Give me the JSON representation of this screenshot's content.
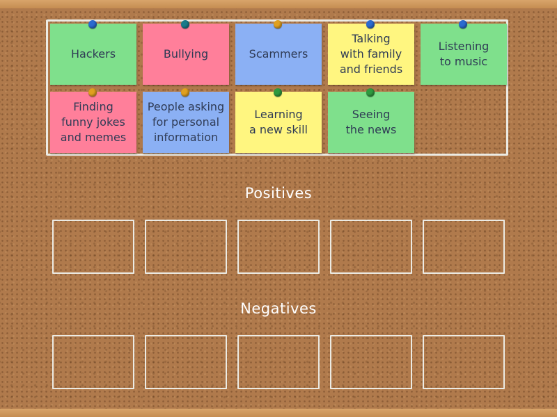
{
  "colors": {
    "green": "#7fe08c",
    "pink": "#ff7f9a",
    "blue": "#8bb0f4",
    "yellow": "#fff680"
  },
  "pin_colors": {
    "teal": "#1a7a8a",
    "gold": "#e0a020",
    "green": "#2f9a3f",
    "blue": "#2a6ad0"
  },
  "cards": [
    {
      "label": "Hackers",
      "color": "green",
      "pin": "blue"
    },
    {
      "label": "Bullying",
      "color": "pink",
      "pin": "teal"
    },
    {
      "label": "Scammers",
      "color": "blue",
      "pin": "gold"
    },
    {
      "label": "Talking\nwith family\nand friends",
      "color": "yellow",
      "pin": "blue"
    },
    {
      "label": "Listening\nto music",
      "color": "green",
      "pin": "blue"
    },
    {
      "label": "Finding\nfunny jokes\nand memes",
      "color": "pink",
      "pin": "gold"
    },
    {
      "label": "People asking\nfor personal\ninformation",
      "color": "blue",
      "pin": "gold"
    },
    {
      "label": "Learning\na new skill",
      "color": "yellow",
      "pin": "green"
    },
    {
      "label": "Seeing\nthe news",
      "color": "green",
      "pin": "green"
    }
  ],
  "groups": {
    "positives": {
      "title": "Positives"
    },
    "negatives": {
      "title": "Negatives"
    }
  }
}
